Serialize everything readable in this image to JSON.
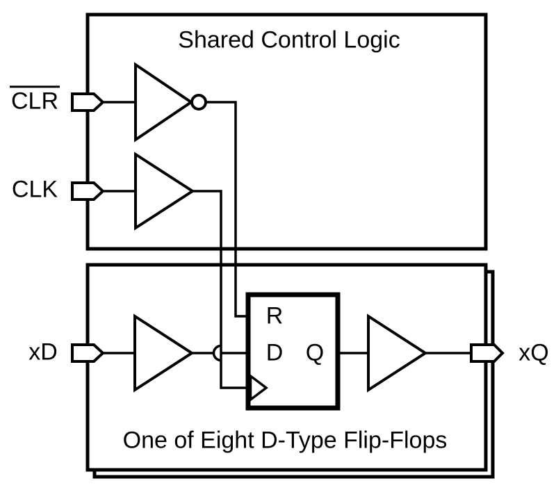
{
  "figure": {
    "background_color": "#ffffff",
    "line_color": "#000000",
    "top_block": {
      "title": "Shared Control Logic",
      "inputs": {
        "clr": "CLR",
        "clk": "CLK"
      },
      "clr_has_overline": true,
      "gates": [
        "inverter-with-bubble",
        "buffer"
      ]
    },
    "bottom_block": {
      "title": "One of Eight D-Type Flip-Flops",
      "input": "xD",
      "output": "xQ",
      "stacked_copies_shown": 2,
      "flip_flop": {
        "reset_label": "R",
        "data_label": "D",
        "output_label": "Q",
        "has_clock_edge_triangle": true
      },
      "gates": [
        "buffer-input",
        "buffer-output"
      ]
    }
  }
}
